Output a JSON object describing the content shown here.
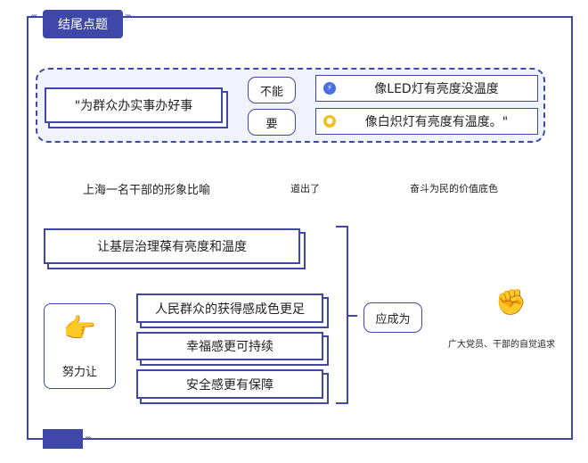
{
  "title": "结尾点题",
  "quote": {
    "main": "\"为群众办实事办好事",
    "cannot": "不能",
    "should": "要",
    "cannot_text": "像LED灯有亮度没温度",
    "should_text": "像白炽灯有亮度有温度。\""
  },
  "labels": {
    "metaphor": "上海一名干部的形象比喻",
    "reveals": "道出了",
    "value": "奋斗为民的价值底色"
  },
  "goal": "让基层治理葆有亮度和温度",
  "effort_label": "努力让",
  "items": [
    "人民群众的获得感成色更足",
    "幸福感更可持续",
    "安全感更有保障"
  ],
  "become": "应成为",
  "pursuit": "广大党员、干部的自觉追求",
  "colors": {
    "accent": "#3f48a8",
    "cloud_bg": "#f0f3fb"
  }
}
